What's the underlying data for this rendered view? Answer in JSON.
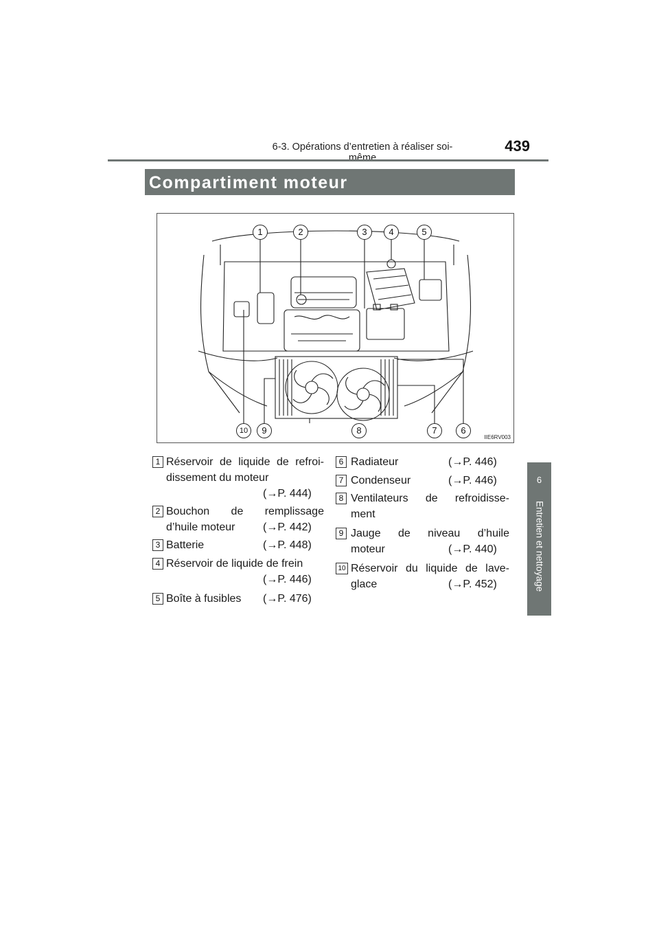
{
  "header": {
    "section": "6-3. Opérations d’entretien à réaliser soi-même",
    "page_number": "439"
  },
  "title": "Compartiment moteur",
  "side_tab": {
    "chapter_number": "6",
    "label": "Entretien et nettoyage"
  },
  "figure": {
    "image_code": "IIE6RV003",
    "callouts": [
      "1",
      "2",
      "3",
      "4",
      "5",
      "6",
      "7",
      "8",
      "9",
      "10"
    ]
  },
  "legend_left": [
    {
      "num": "1",
      "line1_words": [
        "Réservoir",
        "de",
        "liquide",
        "de",
        "refroi-"
      ],
      "line2": "dissement du moteur",
      "ref": "(→P. 444)"
    },
    {
      "num": "2",
      "line1_words": [
        "Bouchon",
        "de",
        "remplissage"
      ],
      "line2": "d’huile moteur",
      "ref": "(→P. 442)"
    },
    {
      "num": "3",
      "text": "Batterie",
      "ref": "(→P. 448)"
    },
    {
      "num": "4",
      "text": "Réservoir de liquide de frein",
      "ref": "(→P. 446)"
    },
    {
      "num": "5",
      "text": "Boîte à fusibles",
      "ref": "(→P. 476)"
    }
  ],
  "legend_right": [
    {
      "num": "6",
      "text": "Radiateur",
      "ref": "(→P. 446)"
    },
    {
      "num": "7",
      "text": "Condenseur",
      "ref": "(→P. 446)"
    },
    {
      "num": "8",
      "line1_words": [
        "Ventilateurs",
        "de",
        "refroidisse-"
      ],
      "line2": "ment"
    },
    {
      "num": "9",
      "line1_words": [
        "Jauge",
        "de",
        "niveau",
        "d’huile"
      ],
      "line2": "moteur",
      "ref": "(→P. 440)"
    },
    {
      "num": "10",
      "line1_words": [
        "Réservoir",
        "du",
        "liquide",
        "de",
        "lave-"
      ],
      "line2": "glace",
      "ref": "(→P. 452)"
    }
  ]
}
